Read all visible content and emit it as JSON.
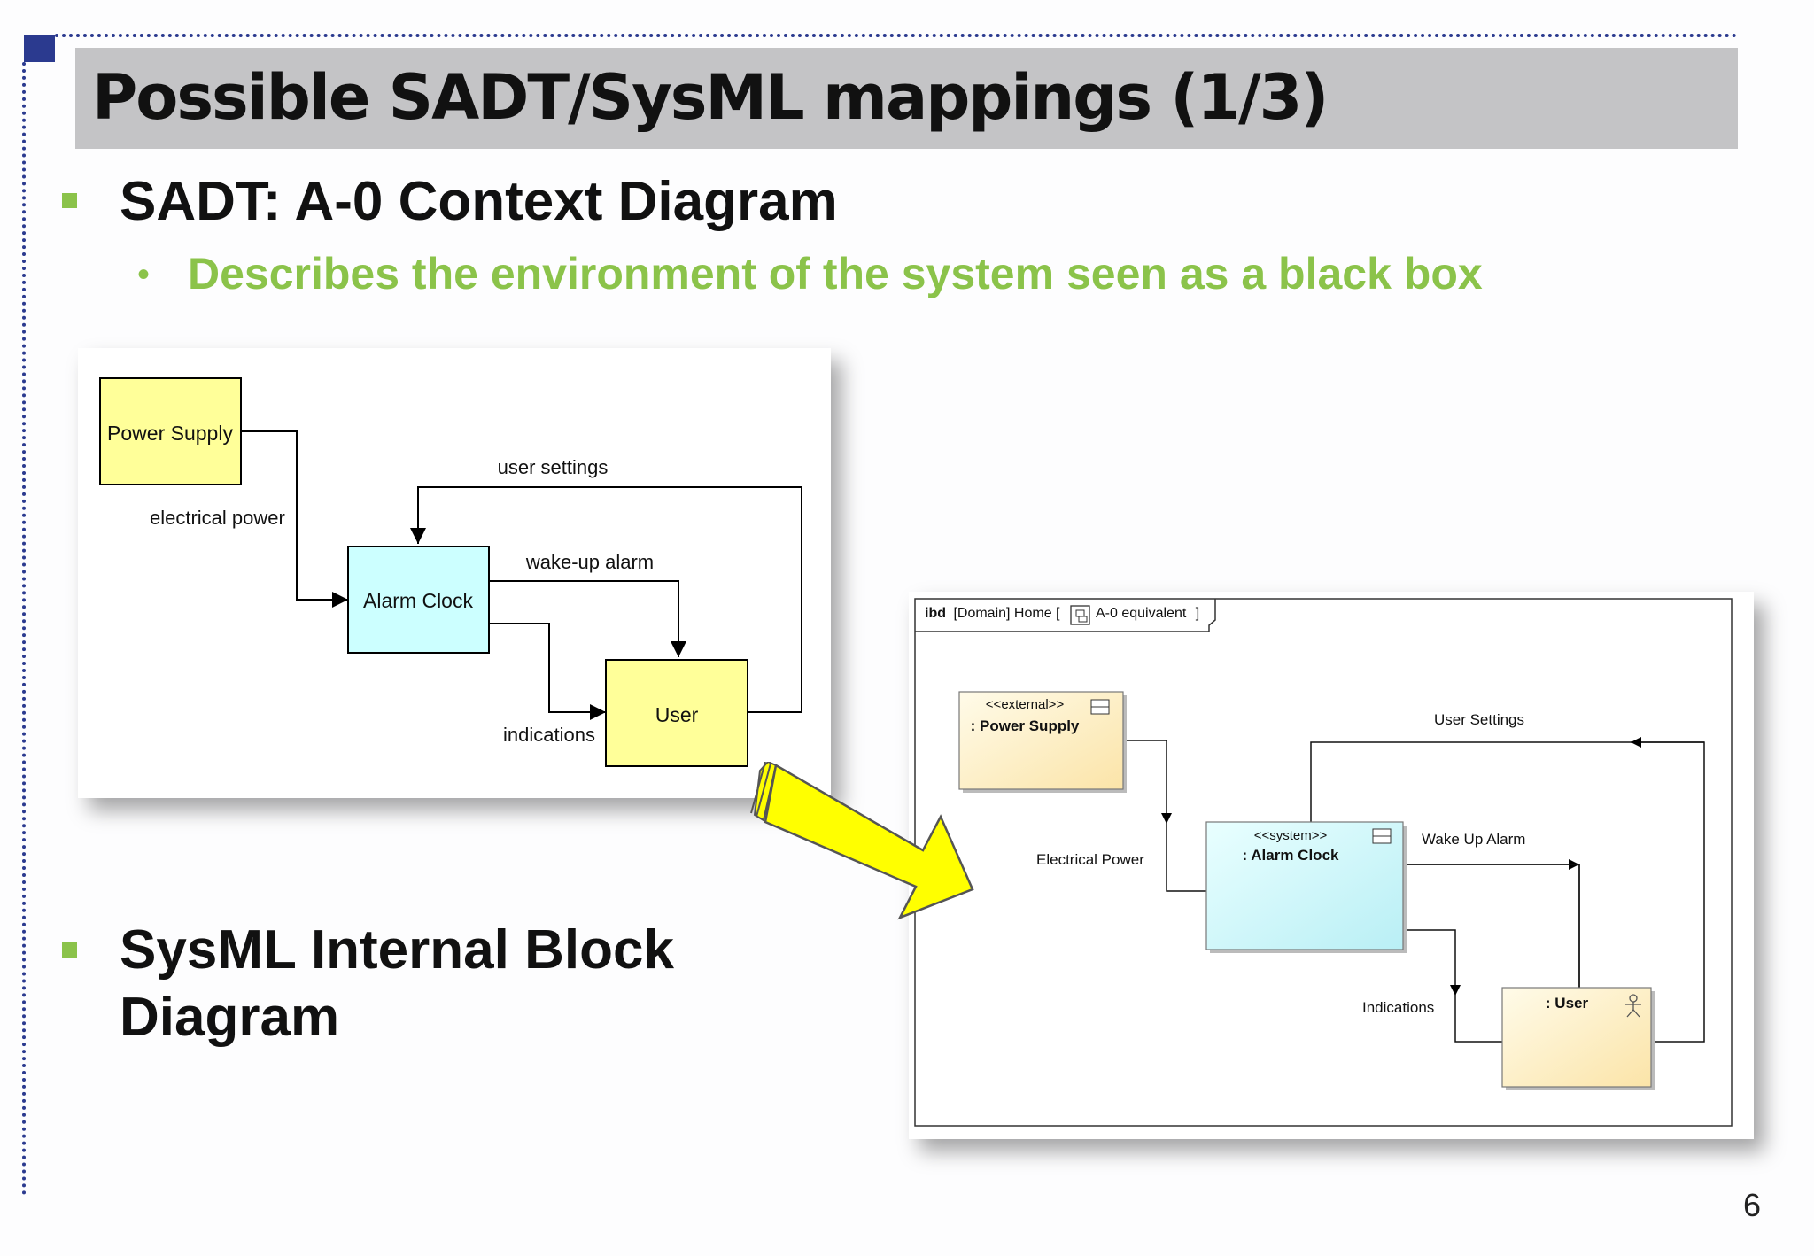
{
  "slide": {
    "title": "Possible SADT/SysML mappings (1/3)",
    "page_number": "6",
    "accent_color": "#2b3a8f",
    "bullet_color": "#8bc34a"
  },
  "bullets": [
    {
      "text": "SADT: A-0 Context Diagram",
      "sub": "Describes the environment of the system seen as a black box"
    },
    {
      "text": "SysML Internal Block Diagram"
    }
  ],
  "sadt_diagram": {
    "boxes": {
      "power_supply": "Power Supply",
      "alarm_clock": "Alarm Clock",
      "user": "User"
    },
    "flows": {
      "electrical_power": "electrical power",
      "user_settings": "user settings",
      "wake_up_alarm": "wake-up alarm",
      "indications": "indications"
    },
    "colors": {
      "yellow_box": "#ffff99",
      "cyan_box": "#ccffff"
    }
  },
  "ibd_diagram": {
    "frame": {
      "kind": "ibd",
      "context": "[Domain] Home [",
      "name": "A-0 equivalent",
      "close": "]"
    },
    "blocks": {
      "power_supply": {
        "stereotype": "<<external>>",
        "name": ": Power Supply"
      },
      "alarm_clock": {
        "stereotype": "<<system>>",
        "name": ": Alarm Clock"
      },
      "user": {
        "name": ": User"
      }
    },
    "flows": {
      "electrical_power": "Electrical Power",
      "user_settings": "User Settings",
      "wake_up_alarm": "Wake Up Alarm",
      "indications": "Indications"
    }
  },
  "transition_arrow": {
    "color": "#ffff00"
  }
}
